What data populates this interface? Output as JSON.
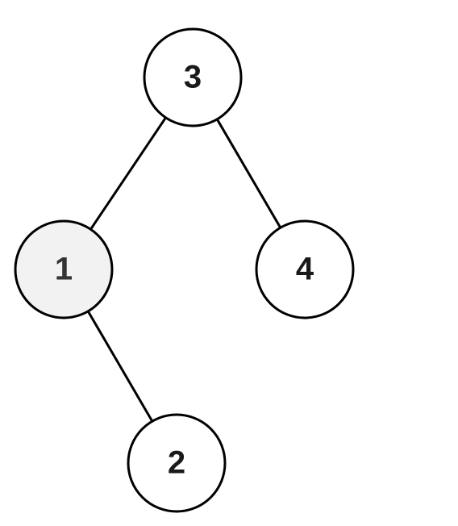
{
  "diagram": {
    "nodes": [
      {
        "id": "n3",
        "label": "3",
        "highlighted": false
      },
      {
        "id": "n1",
        "label": "1",
        "highlighted": true
      },
      {
        "id": "n4",
        "label": "4",
        "highlighted": false
      },
      {
        "id": "n2",
        "label": "2",
        "highlighted": false
      }
    ],
    "edges": [
      {
        "from": "n3",
        "to": "n1"
      },
      {
        "from": "n3",
        "to": "n4"
      },
      {
        "from": "n1",
        "to": "n2"
      }
    ],
    "colors": {
      "stroke": "#000000",
      "node_fill": "#ffffff",
      "highlight_fill": "#f2f2f2",
      "text": "#1a1a1a",
      "highlight_text": "#333333"
    }
  }
}
